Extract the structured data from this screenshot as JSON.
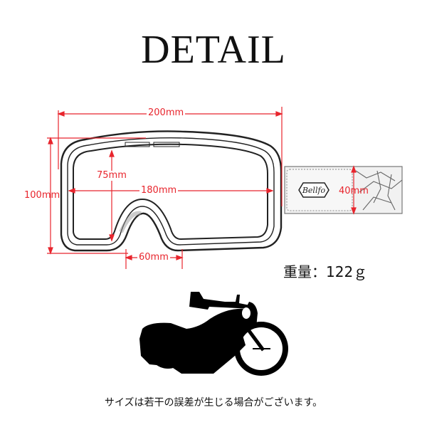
{
  "title": "DETAIL",
  "dimensions": {
    "total_width": "200mm",
    "lens_width": "180mm",
    "lens_height": "75mm",
    "total_height": "100mm",
    "strap_width": "40mm",
    "nose_width": "60mm"
  },
  "brand_logo": "Bellfo",
  "weight": "重量：122ｇ",
  "note": "サイズは若干の誤差が生じる場合がございます。",
  "colors": {
    "dimension_line": "#e8252d",
    "text": "#111111",
    "background": "#ffffff"
  }
}
